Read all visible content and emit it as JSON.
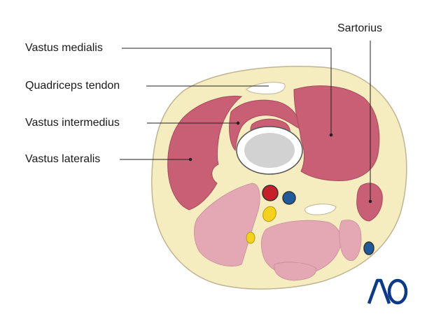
{
  "labels": {
    "vastus_medialis": "Vastus medialis",
    "quadriceps_tendon": "Quadriceps tendon",
    "vastus_intermedius": "Vastus intermedius",
    "vastus_lateralis": "Vastus lateralis",
    "sartorius": "Sartorius"
  },
  "logo": {
    "text": "AO"
  },
  "colors": {
    "subcutaneous_fat": "#f5ecbf",
    "fat_outline": "#bfb592",
    "quadriceps_muscle": "#c95f74",
    "posterior_muscle": "#e4a8b4",
    "bone_cortex": "#ffffff",
    "bone_marrow": "#d2d2d2",
    "artery": "#c8202a",
    "vein": "#1e5a9c",
    "nerve": "#f3d21c",
    "logo_blue": "#0b3a8c",
    "leader_line": "#222222"
  }
}
